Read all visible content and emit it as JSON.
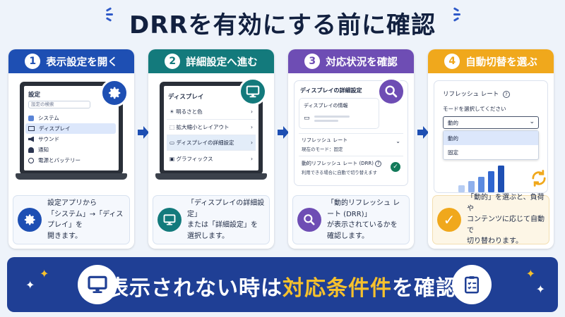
{
  "title": "DRRを有効にする前に確認",
  "colors": {
    "step1": "#1e4fb3",
    "step2": "#137a7c",
    "step3": "#6e4db4",
    "step4": "#f0a81c",
    "banner": "#1f3f95",
    "highlight": "#f6c12d"
  },
  "step1": {
    "num": "1",
    "title": "表示設定を開く",
    "screen_title": "設定",
    "search_placeholder": "設定の検索",
    "menu": [
      "システム",
      "ディスプレイ",
      "サウンド",
      "通知",
      "電源とバッテリー"
    ],
    "menu_icons": [
      "system-icon",
      "display-icon",
      "sound-icon",
      "bell-icon",
      "power-icon"
    ],
    "badge_icon": "gear-icon",
    "desc": [
      "設定アプリから",
      "「システム」→「ディスプレイ」を",
      "開きます。"
    ]
  },
  "step2": {
    "num": "2",
    "title": "詳細設定へ進む",
    "screen_title": "ディスプレイ",
    "items": [
      "明るさと色",
      "拡大縮小とレイアウト",
      "ディスプレイの詳細設定",
      "グラフィックス"
    ],
    "badge_icon": "monitor-icon",
    "desc": [
      "「ディスプレイの詳細設定」",
      "または「詳細設定」を",
      "選択します。"
    ]
  },
  "step3": {
    "num": "3",
    "title": "対応状況を確認",
    "panel_title": "ディスプレイの詳細設定",
    "info_label": "ディスプレイの情報",
    "refresh_label": "リフレッシュ レート",
    "refresh_mode": "現在のモード：固定",
    "drr_label": "動的リフレッシュ レート (DRR)",
    "drr_help": "?",
    "drr_desc": "利用できる場合に自動で切り替えます",
    "badge_icon": "magnifier-icon",
    "desc": [
      "「動的リフレッシュ レート (DRR)」",
      "が表示されているかを",
      "確認します。"
    ]
  },
  "step4": {
    "num": "4",
    "title": "自動切替を選ぶ",
    "panel_title": "リフレッシュ レート",
    "help": "?",
    "mode_label": "モードを選択してください",
    "selected": "動的",
    "options": [
      "動的",
      "固定"
    ],
    "desc": [
      "「動的」を選ぶと、負荷や",
      "コンテンツに応じて自動で",
      "切り替わります。"
    ],
    "bars": [
      0.25,
      0.4,
      0.55,
      0.75,
      0.95
    ]
  },
  "banner": {
    "part1": "表示されない時は",
    "highlight": "対応条件件",
    "part2": "を確認"
  }
}
